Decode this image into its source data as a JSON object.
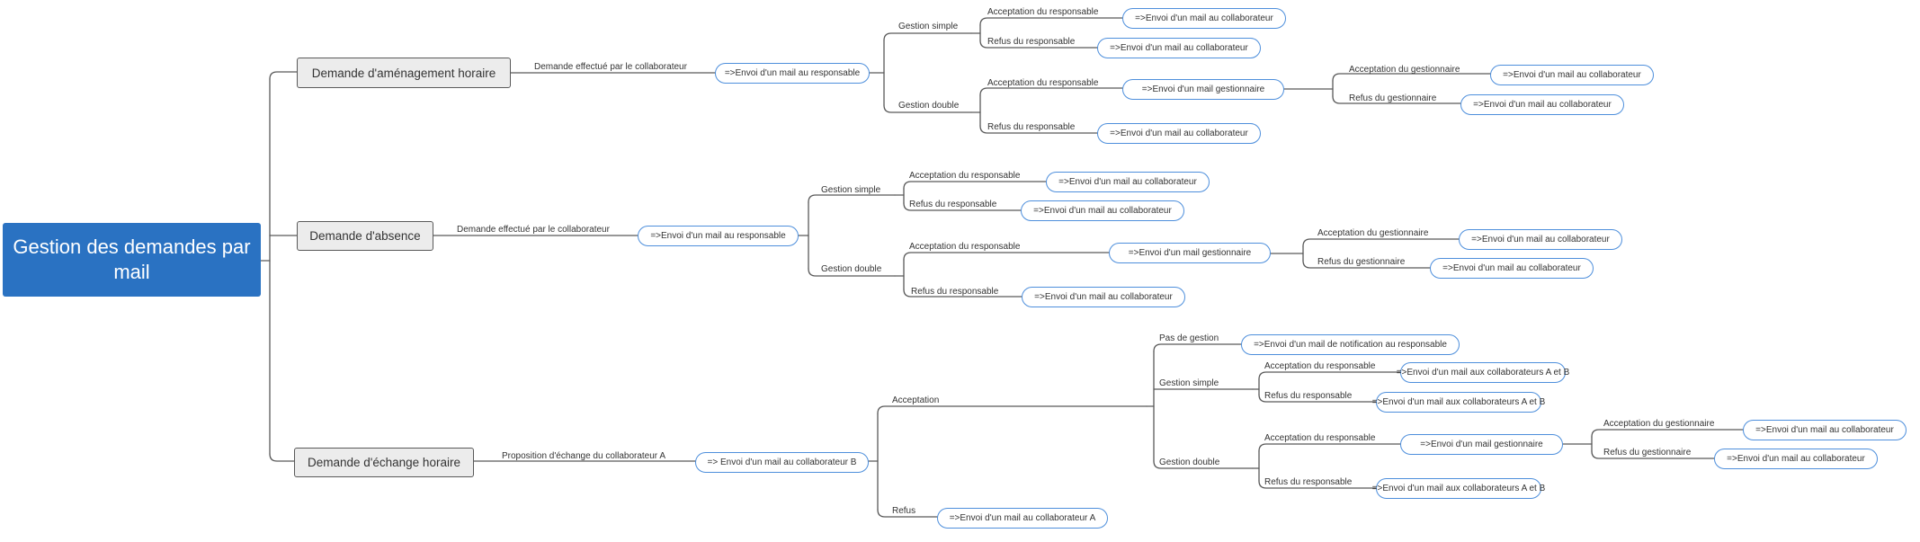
{
  "root": {
    "title": "Gestion des demandes par mail"
  },
  "colors": {
    "root": "#2a72c2",
    "action_border": "#4e8fdc",
    "main_bg": "#ececec",
    "line": "#595959"
  },
  "branches": {
    "amenagement": {
      "title": "Demande d'aménagement horaire",
      "link": "Demande effectué par le collaborateur",
      "action": "=>Envoi d'un mail au responsable",
      "simple": {
        "label": "Gestion simple",
        "accept": {
          "label": "Acceptation du responsable",
          "action": "=>Envoi d'un mail au collaborateur"
        },
        "refus": {
          "label": "Refus du responsable",
          "action": "=>Envoi d'un mail au collaborateur"
        }
      },
      "double": {
        "label": "Gestion double",
        "accept": {
          "label": "Acceptation du responsable",
          "action": "=>Envoi d'un mail gestionnaire"
        },
        "g_accept": {
          "label": "Acceptation du  gestionnaire",
          "action": "=>Envoi d'un mail au collaborateur"
        },
        "g_refus": {
          "label": "Refus du gestionnaire",
          "action": "=>Envoi d'un mail au collaborateur"
        },
        "refus": {
          "label": "Refus du responsable",
          "action": "=>Envoi d'un mail au collaborateur"
        }
      }
    },
    "absence": {
      "title": "Demande d'absence",
      "link": "Demande effectué par le collaborateur",
      "action": "=>Envoi d'un mail au responsable",
      "simple": {
        "label": "Gestion simple",
        "accept": {
          "label": "Acceptation du responsable",
          "action": "=>Envoi d'un mail au collaborateur"
        },
        "refus": {
          "label": "Refus du responsable",
          "action": "=>Envoi d'un mail au collaborateur"
        }
      },
      "double": {
        "label": "Gestion double",
        "accept": {
          "label": "Acceptation du responsable",
          "action": "=>Envoi d'un mail gestionnaire"
        },
        "g_accept": {
          "label": "Acceptation du  gestionnaire",
          "action": "=>Envoi d'un mail au collaborateur"
        },
        "g_refus": {
          "label": "Refus du gestionnaire",
          "action": "=>Envoi d'un mail au collaborateur"
        },
        "refus": {
          "label": "Refus du responsable",
          "action": "=>Envoi d'un mail au collaborateur"
        }
      }
    },
    "echange": {
      "title": "Demande d'échange horaire",
      "link": "Proposition d'échange du collaborateur A",
      "action": "=> Envoi d'un mail au collaborateur B",
      "acceptation": {
        "label": "Acceptation",
        "pas": {
          "label": "Pas de gestion",
          "action": "=>Envoi d'un mail de notification au responsable"
        },
        "simple": {
          "label": "Gestion simple",
          "accept": {
            "label": "Acceptation du responsable",
            "action": "=>Envoi d'un mail aux collaborateurs A et B"
          },
          "refus": {
            "label": "Refus du responsable",
            "action": "=>Envoi d'un mail aux collaborateurs A et B"
          }
        },
        "double": {
          "label": "Gestion double",
          "accept": {
            "label": "Acceptation du responsable",
            "action": "=>Envoi d'un mail gestionnaire"
          },
          "g_accept": {
            "label": "Acceptation du  gestionnaire",
            "action": "=>Envoi d'un mail au collaborateur"
          },
          "g_refus": {
            "label": "Refus du gestionnaire",
            "action": "=>Envoi d'un mail au collaborateur"
          },
          "refus": {
            "label": "Refus du responsable",
            "action": "=>Envoi d'un mail aux collaborateurs A et B"
          }
        }
      },
      "refus": {
        "label": "Refus",
        "action": "=>Envoi d'un mail au collaborateur A"
      }
    }
  }
}
